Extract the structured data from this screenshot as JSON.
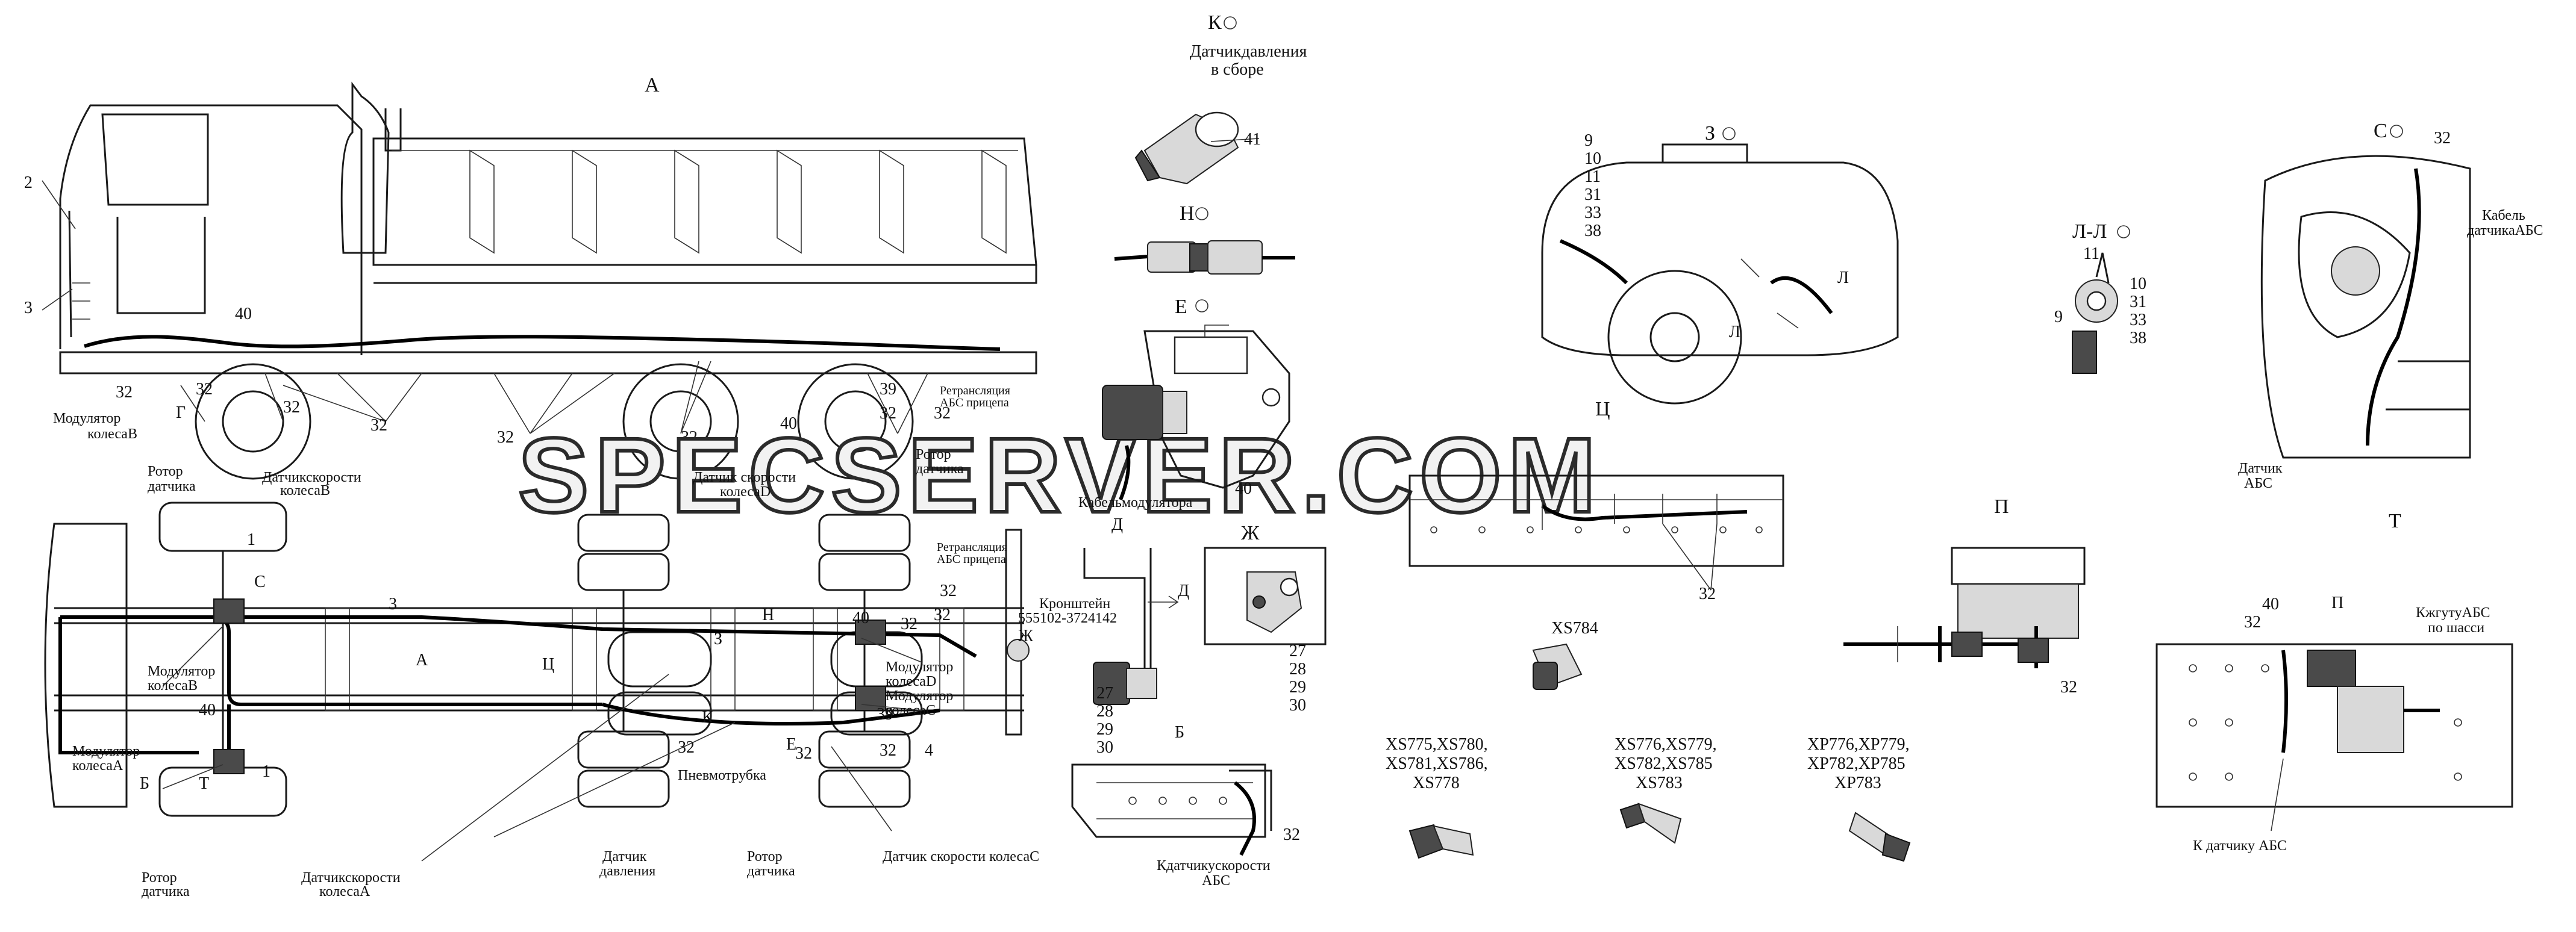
{
  "watermark": "SPECSERVER.COM",
  "views": {
    "A": "А",
    "B": "Б",
    "C": "С",
    "E": "Е",
    "Zh": "Ж",
    "Z": "З",
    "K": "К",
    "LL": "Л-Л",
    "N": "Н",
    "P": "П",
    "T": "Т",
    "Ts": "Ц",
    "D": "Д",
    "G": "Г",
    "L": "Л"
  },
  "callout_numbers": [
    "1",
    "2",
    "3",
    "4",
    "9",
    "10",
    "11",
    "27",
    "28",
    "29",
    "30",
    "31",
    "32",
    "33",
    "38",
    "39",
    "40",
    "41"
  ],
  "labels": {
    "pressure_sensor_assy_l1": "Датчикдавления",
    "pressure_sensor_assy_l2": "в сборе",
    "modulator_b_l1": "Модулятор",
    "modulator_b_l2": "колесаВ",
    "modulator_a_l1": "Модулятор",
    "modulator_a_l2": "колесаА",
    "modulator_d_l1": "Модулятор",
    "modulator_d_l2": "колесаD",
    "modulator_c_l1": "Модулятор",
    "modulator_c_l2": "колесаС",
    "sensor_rotor_l1": "Ротор",
    "sensor_rotor_l2": "датчика",
    "speed_sensor_b_l1": "Датчикскорости",
    "speed_sensor_b_l2": "колесаВ",
    "speed_sensor_a_l1": "Датчикскорости",
    "speed_sensor_a_l2": "колесаА",
    "speed_sensor_d_l1": "Датчик скорости",
    "speed_sensor_d_l2": "колесаD",
    "speed_sensor_c": "Датчик скорости колесаС",
    "pressure_sensor_l1": "Датчик",
    "pressure_sensor_l2": "давления",
    "pneumotube": "Пневмотрубка",
    "abs_redistr_l1": "Ретрансляция",
    "abs_redistr_l2": "АБС прицепа",
    "modulator_cable": "Кабельмодулятора",
    "bracket_l1": "Кронштейн",
    "bracket_l2": "555102-3724142",
    "abs_sensor_cable_l1": "Кабель",
    "abs_sensor_cable_l2": "датчикаАБС",
    "abs_sensor_l1": "Датчик",
    "abs_sensor_l2": "АБС",
    "to_speed_sensor_l1": "Кдатчикускорости",
    "to_speed_sensor_l2": "АБС",
    "to_harness_l1": "КжгутуАБС",
    "to_harness_l2": "по шасси",
    "to_abs_sensor": "К датчику АБС"
  },
  "connectors": {
    "g1": "XS784",
    "g2_l1": "XS775,XS780,",
    "g2_l2": "XS781,XS786,",
    "g2_l3": "XS778",
    "g3_l1": "XS776,XS779,",
    "g3_l2": "XS782,XS785",
    "g3_l3": "XS783",
    "g4_l1": "XP776,XP779,",
    "g4_l2": "XP782,XP785",
    "g4_l3": "XP783"
  },
  "colors": {
    "line": "#1a1a1a",
    "fill_light": "#d9d9d9",
    "fill_dark": "#4a4a4a",
    "watermark_stroke": "#2b2b2b"
  }
}
